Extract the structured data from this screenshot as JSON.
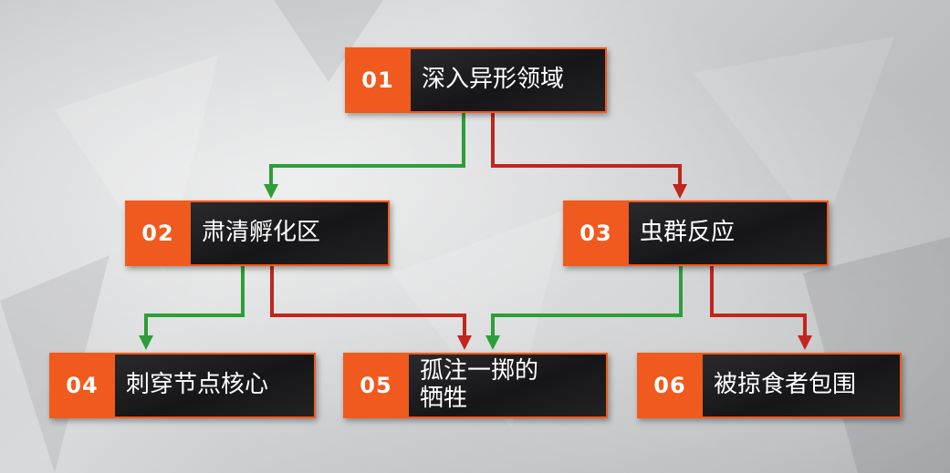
{
  "diagram": {
    "nodes": [
      {
        "id": "n01",
        "number": "01",
        "label": "深入异形领域"
      },
      {
        "id": "n02",
        "number": "02",
        "label": "肃清孵化区"
      },
      {
        "id": "n03",
        "number": "03",
        "label": "虫群反应"
      },
      {
        "id": "n04",
        "number": "04",
        "label": "刺穿节点核心"
      },
      {
        "id": "n05",
        "number": "05",
        "label": "孤注一掷的\n牺牲"
      },
      {
        "id": "n06",
        "number": "06",
        "label": "被掠食者包围"
      }
    ],
    "edges": [
      {
        "from": "01",
        "to": "02",
        "color": "green"
      },
      {
        "from": "01",
        "to": "03",
        "color": "red"
      },
      {
        "from": "02",
        "to": "04",
        "color": "green"
      },
      {
        "from": "02",
        "to": "05",
        "color": "red"
      },
      {
        "from": "03",
        "to": "05",
        "color": "green"
      },
      {
        "from": "03",
        "to": "06",
        "color": "red"
      }
    ]
  },
  "colors": {
    "accent": "#f05a1e",
    "green_path": "#2e9e3a",
    "red_path": "#c0261e",
    "label_bg": "#1a1a1c"
  }
}
